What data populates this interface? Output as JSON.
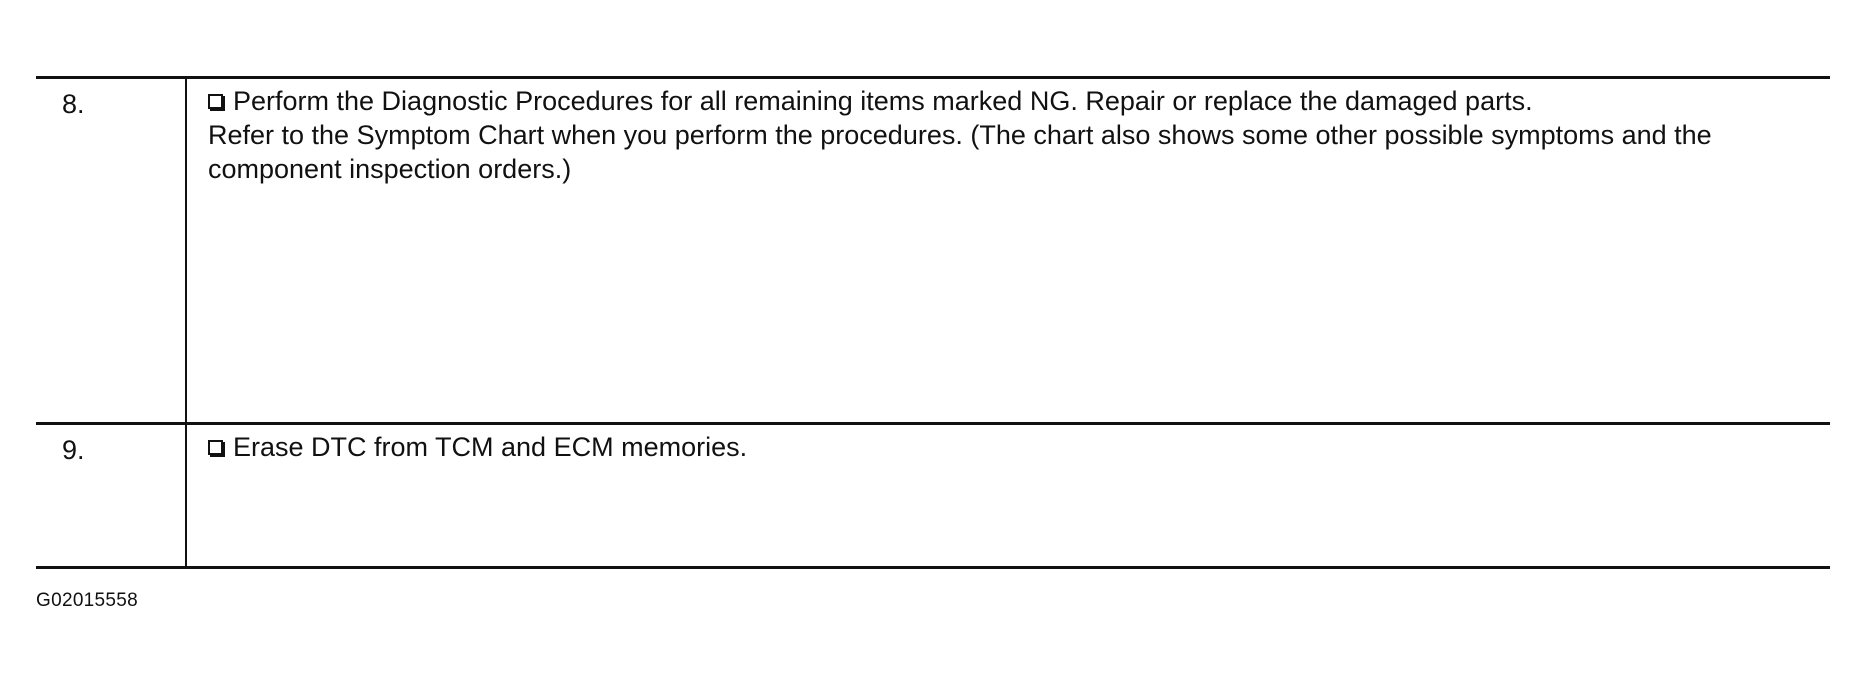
{
  "steps": [
    {
      "number": "8.",
      "line1": "Perform the Diagnostic Procedures for all remaining items marked NG. Repair or replace the damaged parts.",
      "line2": "Refer to the Symptom Chart when you perform the procedures. (The chart also shows some other possible symptoms and the component inspection orders.)"
    },
    {
      "number": "9.",
      "line1": "Erase DTC from TCM and ECM memories."
    }
  ],
  "figure_id": "G02015558",
  "icons": {
    "checkbox": "checkbox-icon"
  },
  "colors": {
    "text": "#111111",
    "rule": "#111111",
    "background": "#ffffff"
  }
}
